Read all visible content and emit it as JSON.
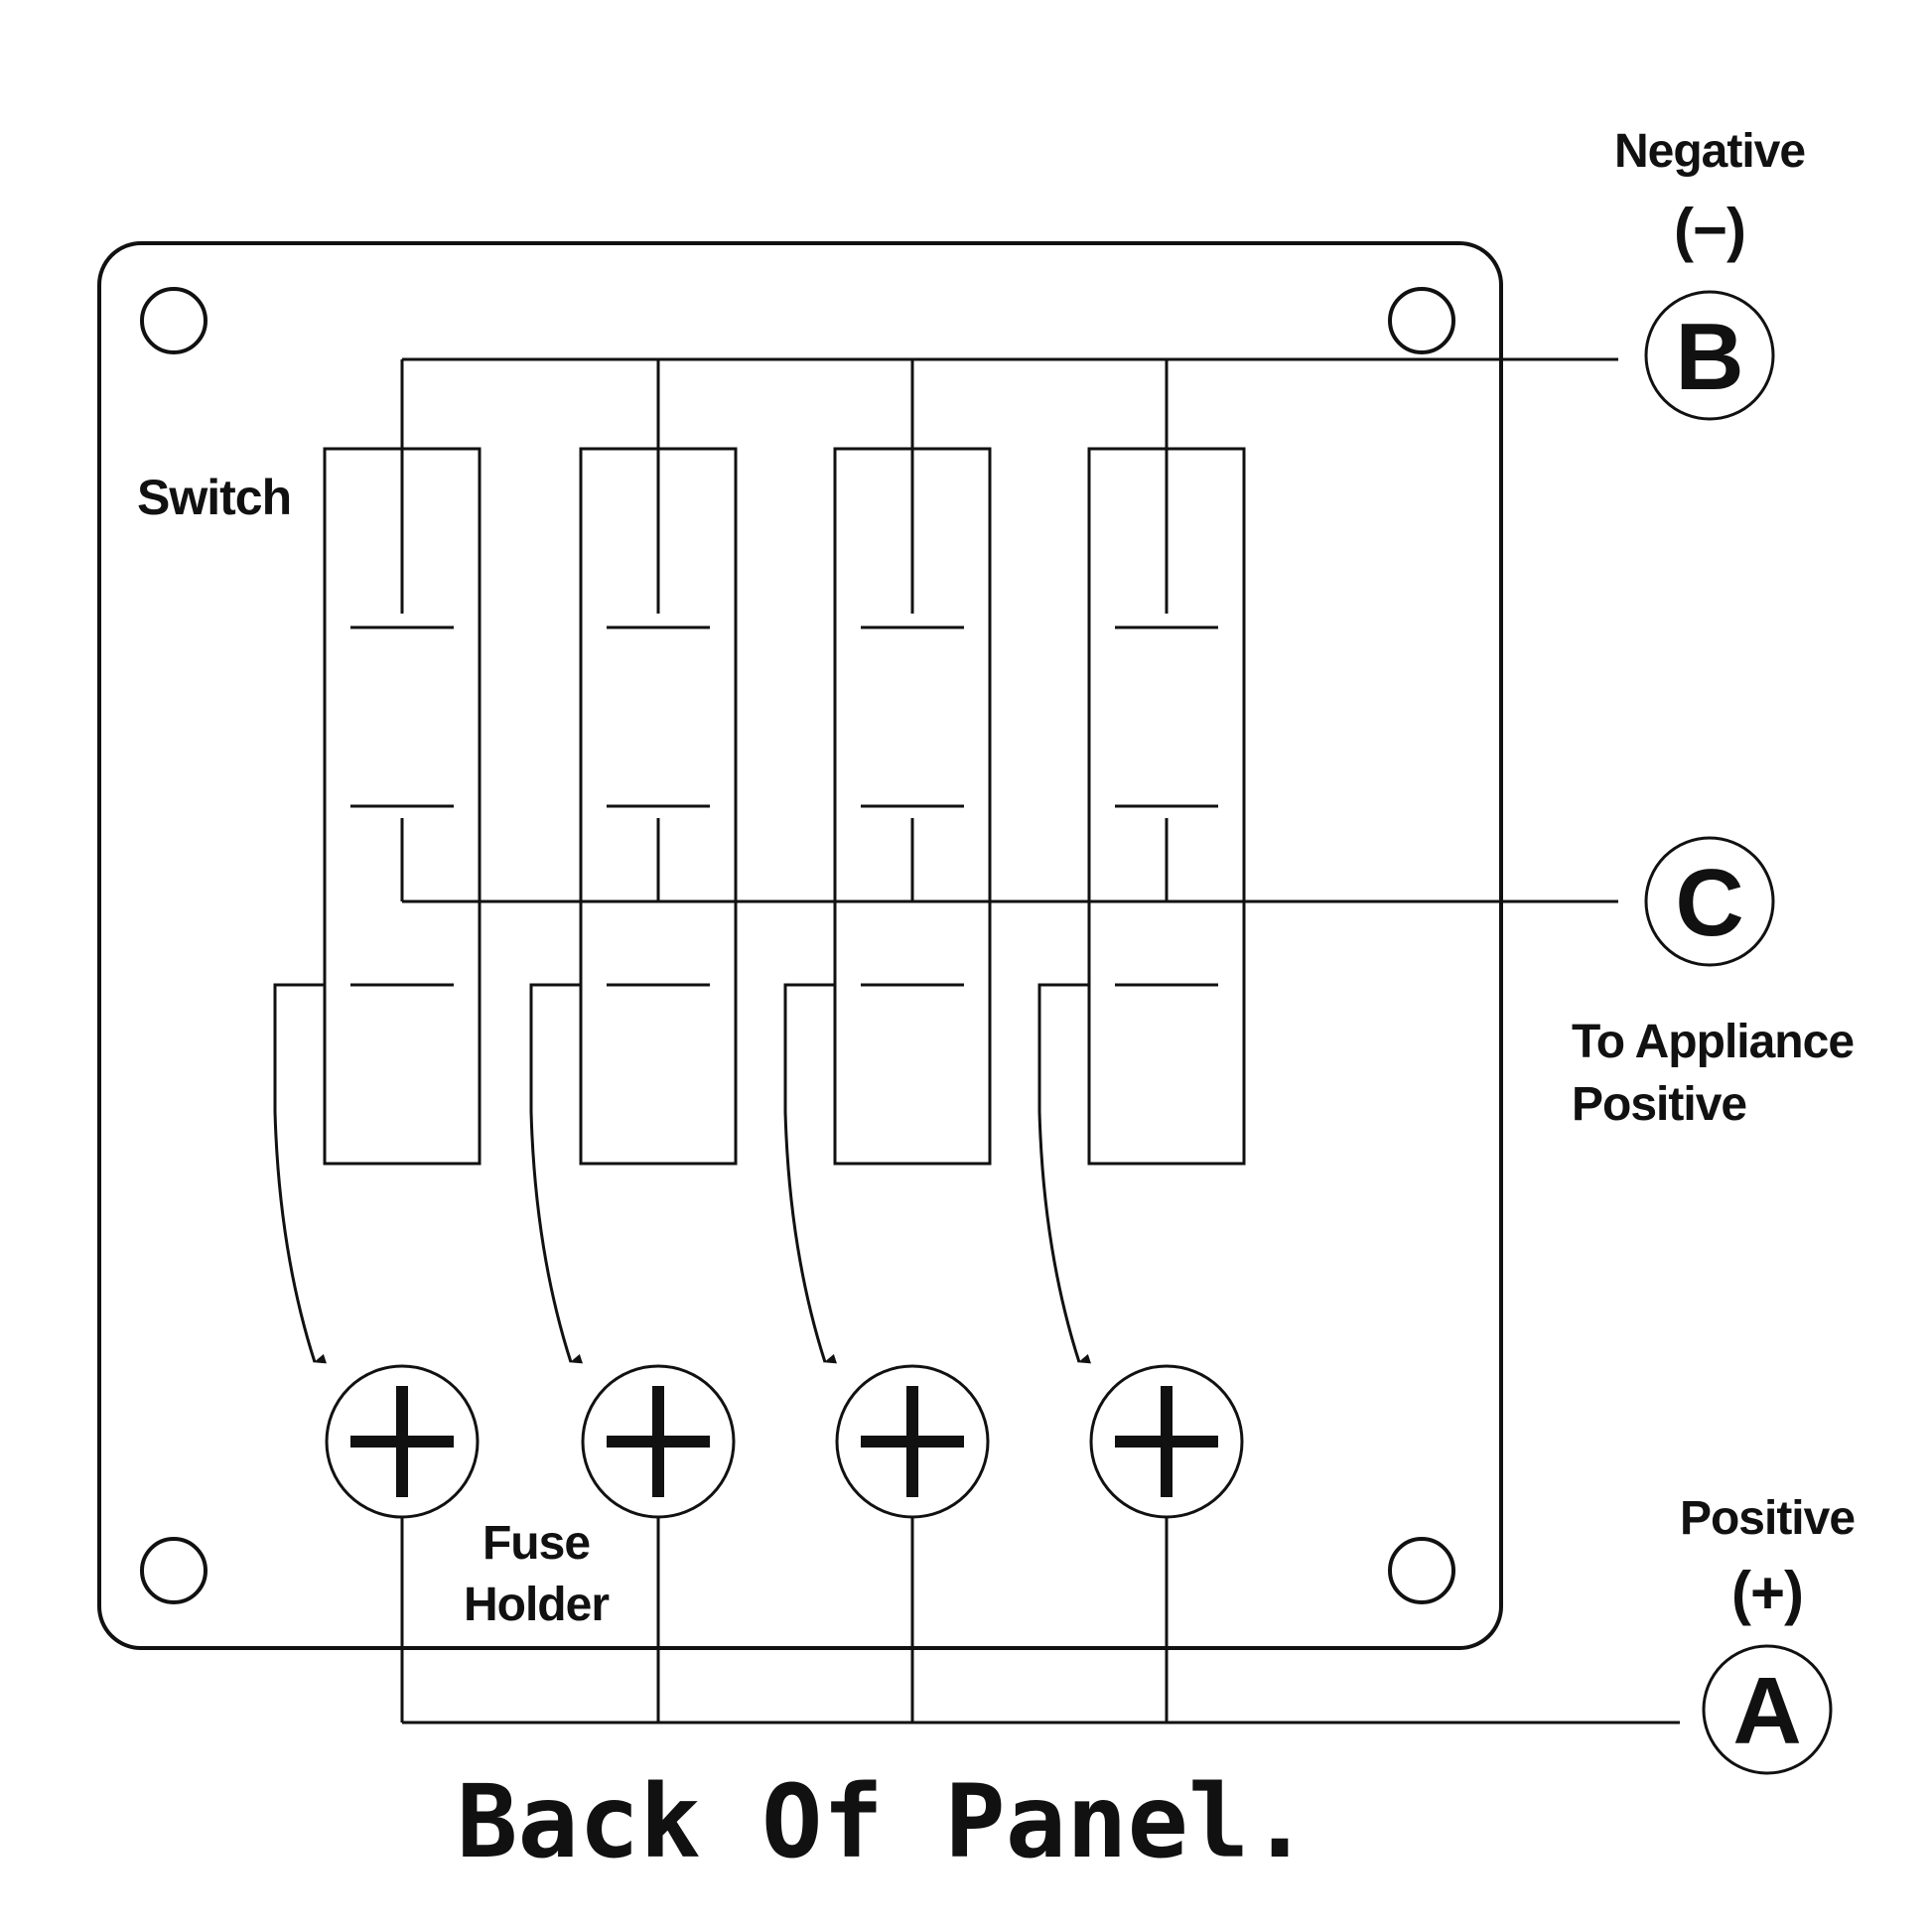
{
  "labels": {
    "negative": "Negative",
    "negative_sign": "(−)",
    "terminal_b": "B",
    "switch": "Switch",
    "terminal_c": "C",
    "to_appliance_line1": "To Appliance",
    "to_appliance_line2": "Positive",
    "fuse_line1": "Fuse",
    "fuse_line2": "Holder",
    "positive": "Positive",
    "positive_sign": "(+)",
    "terminal_a": "A",
    "caption": "Back Of Panel."
  },
  "circuit_count": 4,
  "colors": {
    "ink": "#111111",
    "background": "#ffffff"
  },
  "icons": [
    "mounting-hole-icon",
    "fuse-plus-icon",
    "arrow-down-icon",
    "terminal-circle-icon"
  ]
}
